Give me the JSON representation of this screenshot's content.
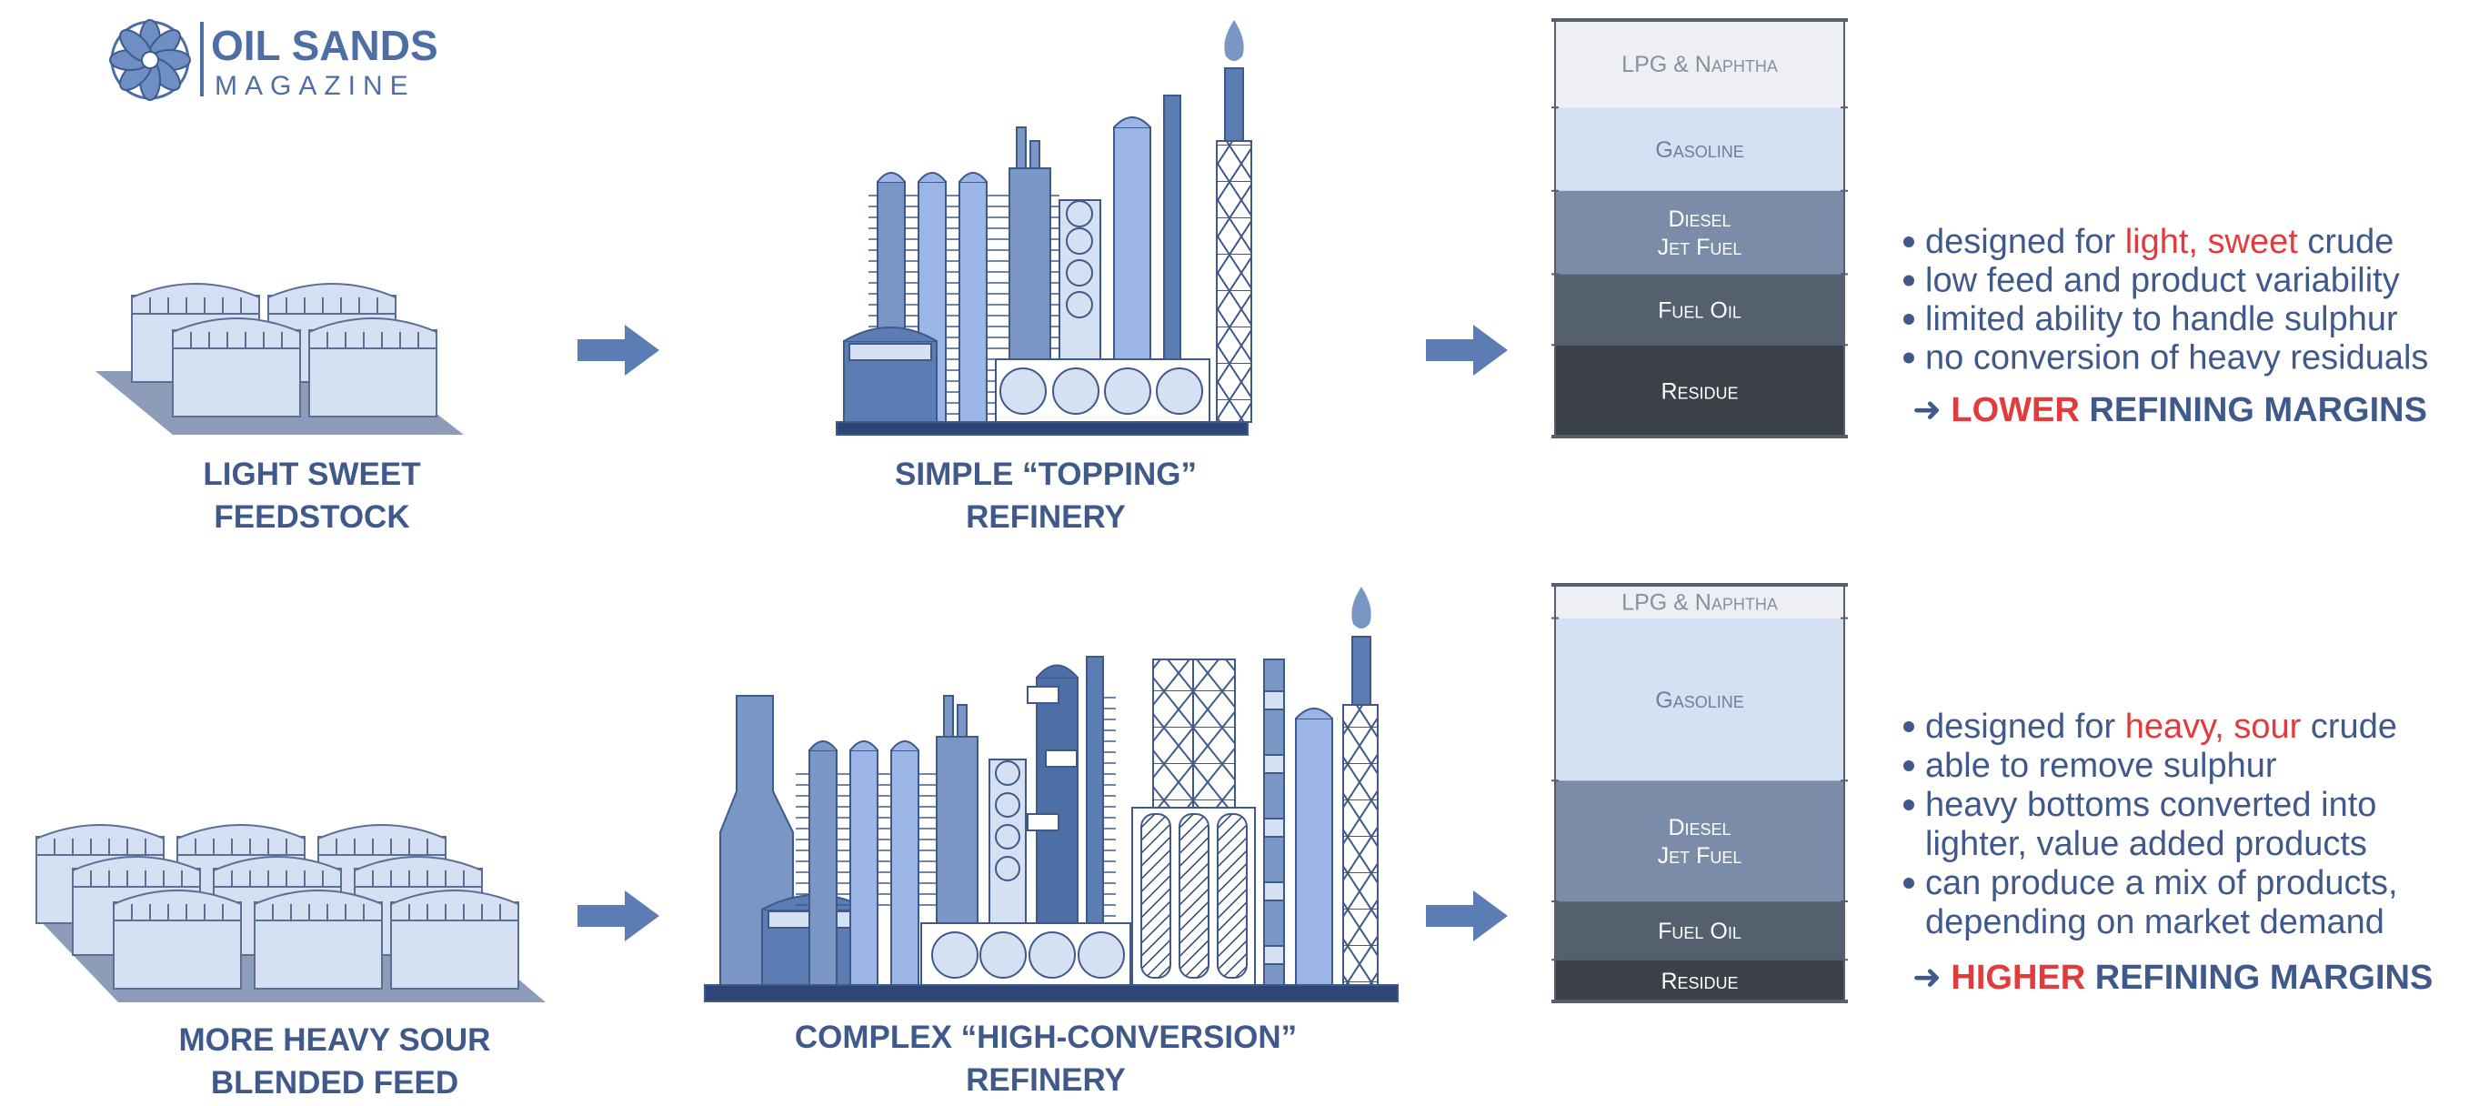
{
  "logo": {
    "line1": "OIL SANDS",
    "line2": "MAGAZINE"
  },
  "colors": {
    "primary": "#3f5a8a",
    "accent": "#e23b3b",
    "light_fill": "#d6e0f3",
    "mid_fill": "#7a96c4",
    "dark": "#3b4049"
  },
  "top": {
    "feed_label": [
      "LIGHT SWEET",
      "FEEDSTOCK"
    ],
    "refinery_label": [
      "SIMPLE “TOPPING”",
      "REFINERY"
    ],
    "bar_segments": [
      {
        "lines": [
          "LPG & Naphtha"
        ],
        "fraction": 0.21,
        "color": "#eeeff2",
        "text_color": "#8790a0"
      },
      {
        "lines": [
          "Gasoline"
        ],
        "fraction": 0.2,
        "color": "#d6e0f3",
        "text_color": "#6e7f9d"
      },
      {
        "lines": [
          "Diesel",
          "Jet Fuel"
        ],
        "fraction": 0.2,
        "color": "#7a8ca7",
        "text_color": "#ffffff"
      },
      {
        "lines": [
          "Fuel Oil"
        ],
        "fraction": 0.17,
        "color": "#55606f",
        "text_color": "#ffffff"
      },
      {
        "lines": [
          "Residue"
        ],
        "fraction": 0.22,
        "color": "#3b4049",
        "text_color": "#ffffff"
      }
    ],
    "bullets": [
      {
        "pre": "designed for ",
        "hl": "light, sweet",
        "post": " crude"
      },
      {
        "pre": "low feed and product variability",
        "hl": "",
        "post": ""
      },
      {
        "pre": "limited ability to handle sulphur",
        "hl": "",
        "post": ""
      },
      {
        "pre": "no conversion of heavy residuals",
        "hl": "",
        "post": ""
      }
    ],
    "margin": {
      "arrow": "➜",
      "hl": "LOWER",
      "rest": " REFINING MARGINS"
    }
  },
  "bottom": {
    "feed_label": [
      "MORE HEAVY SOUR",
      "BLENDED FEED"
    ],
    "refinery_label": [
      "COMPLEX “HIGH-CONVERSION”",
      "REFINERY"
    ],
    "bar_segments": [
      {
        "lines": [
          "LPG & Naphtha"
        ],
        "fraction": 0.08,
        "color": "#eeeff2",
        "text_color": "#8790a0"
      },
      {
        "lines": [
          "Gasoline"
        ],
        "fraction": 0.39,
        "color": "#d6e0f3",
        "text_color": "#6e7f9d"
      },
      {
        "lines": [
          "Diesel",
          "Jet Fuel"
        ],
        "fraction": 0.29,
        "color": "#7a8ca7",
        "text_color": "#ffffff"
      },
      {
        "lines": [
          "Fuel Oil"
        ],
        "fraction": 0.14,
        "color": "#55606f",
        "text_color": "#ffffff"
      },
      {
        "lines": [
          "Residue"
        ],
        "fraction": 0.1,
        "color": "#3b4049",
        "text_color": "#ffffff"
      }
    ],
    "bullets": [
      {
        "pre": "designed for ",
        "hl": "heavy, sour",
        "post": " crude"
      },
      {
        "pre": "able to remove sulphur",
        "hl": "",
        "post": ""
      },
      {
        "pre": "heavy bottoms converted into",
        "hl": "",
        "post": ""
      },
      {
        "pre": "lighter, value added products",
        "hl": "",
        "post": "",
        "continuation": true
      },
      {
        "pre": "can produce a mix of products,",
        "hl": "",
        "post": ""
      },
      {
        "pre": "depending on market demand",
        "hl": "",
        "post": "",
        "continuation": true
      }
    ],
    "margin": {
      "arrow": "➜",
      "hl": "HIGHER",
      "rest": " REFINING MARGINS"
    }
  }
}
